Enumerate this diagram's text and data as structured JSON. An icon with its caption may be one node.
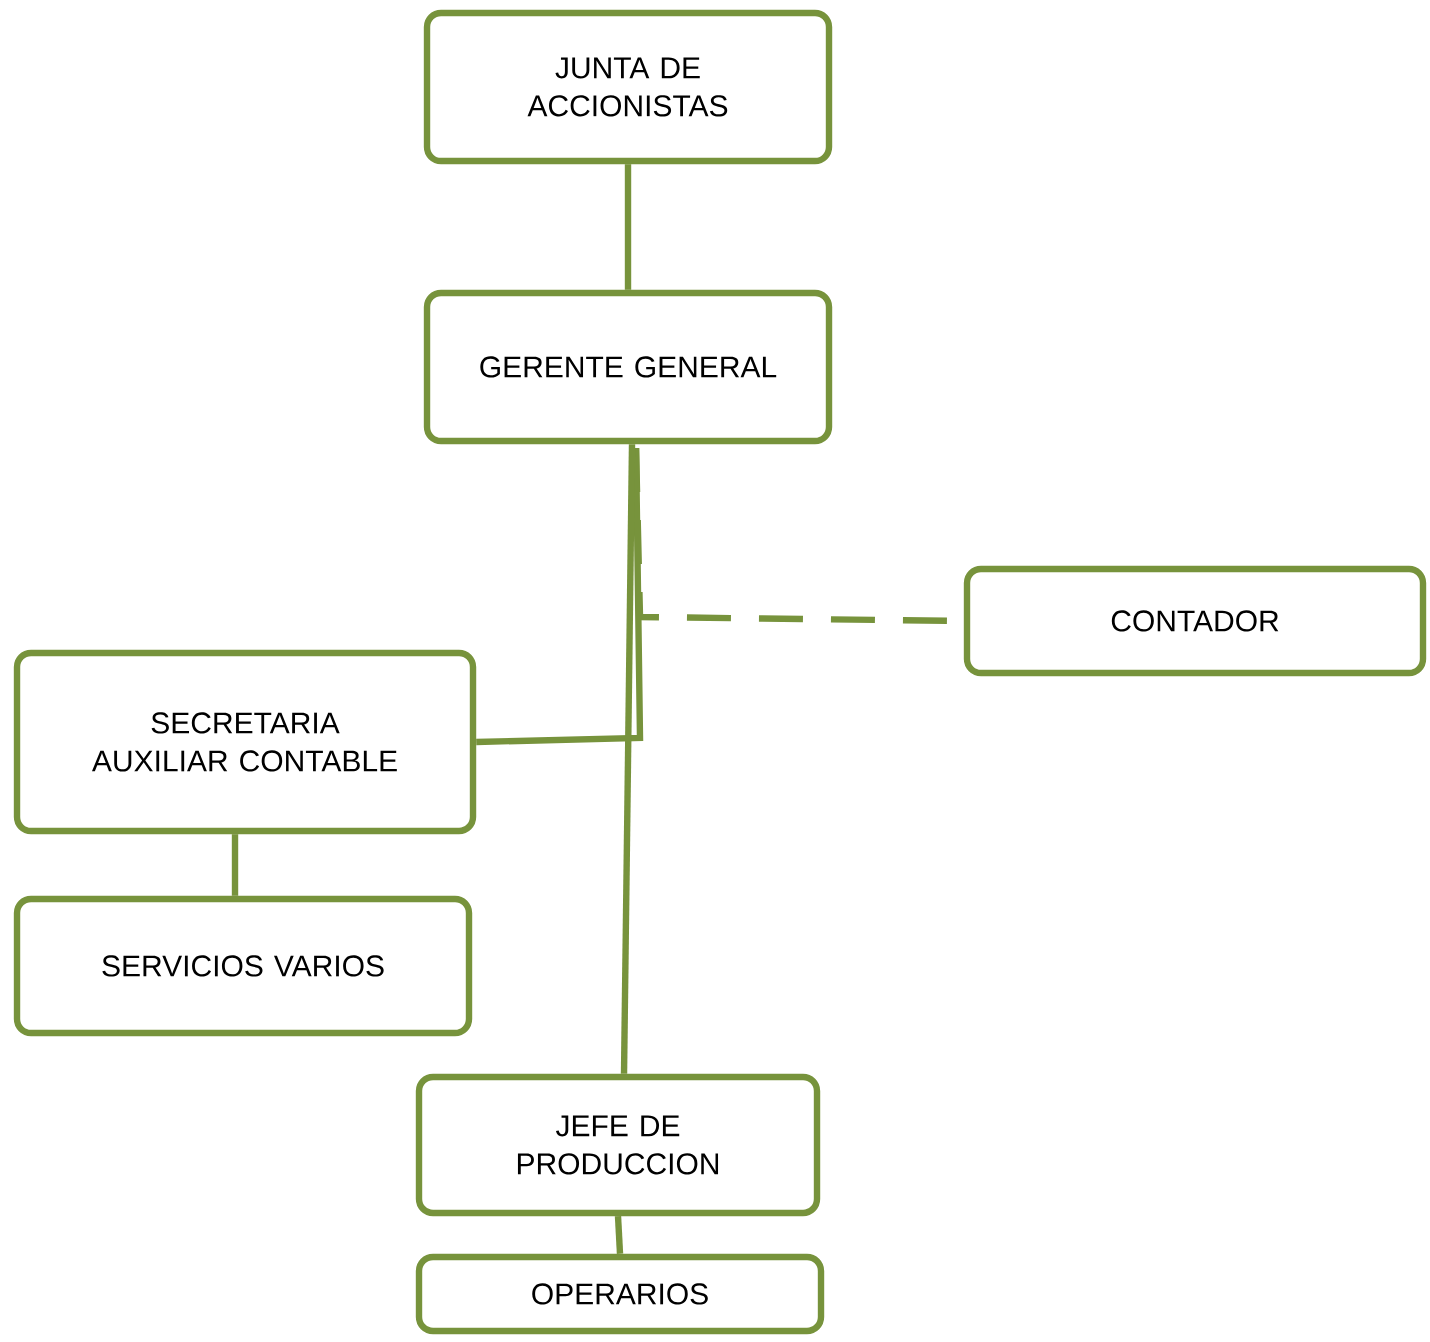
{
  "diagram": {
    "nodes": [
      {
        "text": [
          "JUNTA DE ACCIONISTAS"
        ]
      },
      {
        "text": [
          "GERENTE GENERAL"
        ]
      },
      {
        "text": [
          "CONTADOR"
        ]
      },
      {
        "text": [
          "SECRETARIA AUXILIAR CONTABLE"
        ]
      },
      {
        "text": [
          "SERVICIOS VARIOS"
        ]
      },
      {
        "text": [
          "JEFE DE PRODUCCION"
        ]
      },
      {
        "text": [
          "OPERARIOS"
        ]
      }
    ],
    "edges": [
      {
        "from": 0,
        "to": 1,
        "arrow": "none"
      },
      {
        "from": 1,
        "to": 2,
        "arrow": "none",
        "style": "dashed"
      },
      {
        "from": 1,
        "to": 3,
        "arrow": "none"
      },
      {
        "from": 3,
        "to": 4,
        "arrow": "none"
      },
      {
        "from": 1,
        "to": 5,
        "arrow": "none"
      },
      {
        "from": 5,
        "to": 6,
        "arrow": "none"
      }
    ]
  }
}
